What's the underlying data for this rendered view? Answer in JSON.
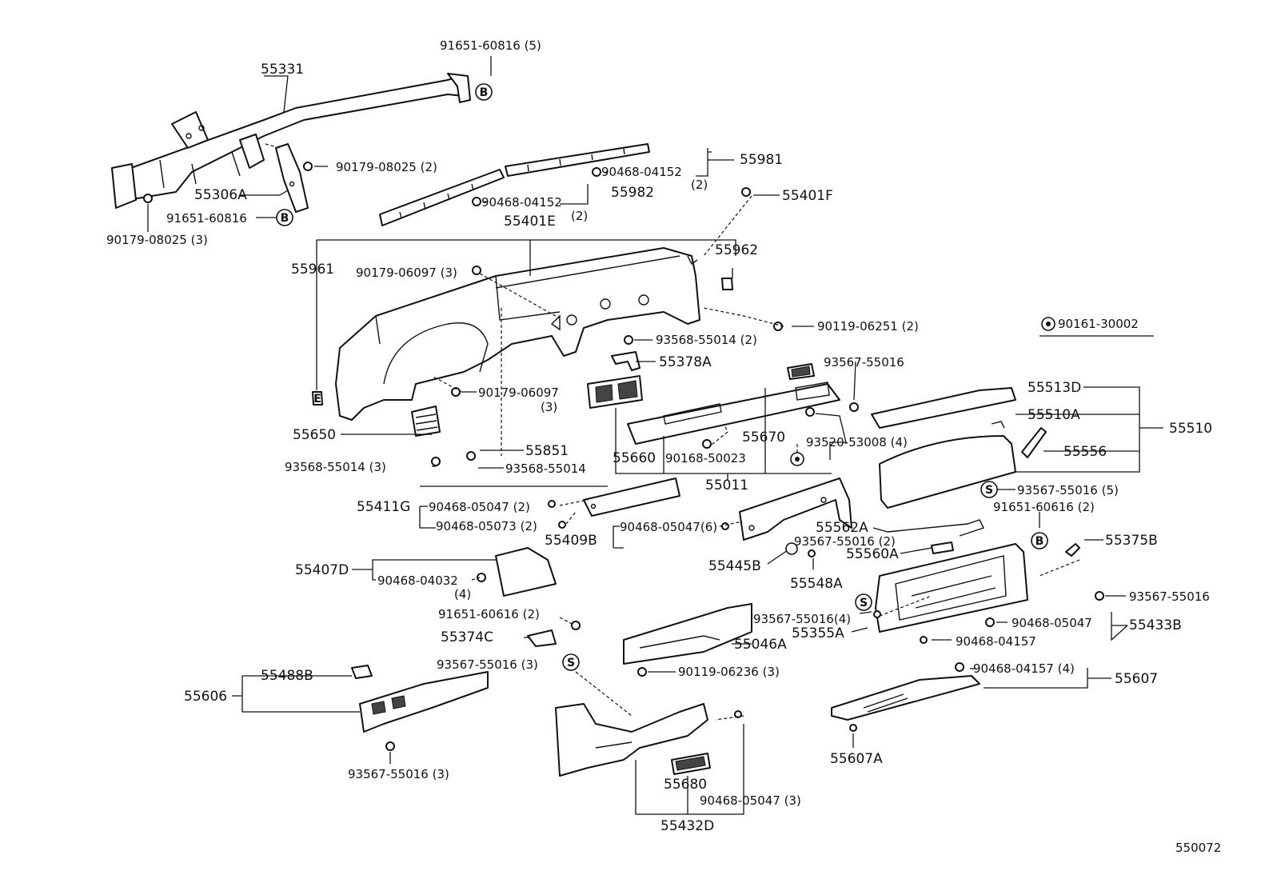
{
  "diagram_id": "550072",
  "legend": {
    "symbol_part": "90161-30002"
  },
  "callout_symbols": {
    "b": "B",
    "s": "S",
    "e": "E"
  },
  "labels": {
    "p55331": "55331",
    "p91651_60816_5": "91651-60816 (5)",
    "p90179_08025_2": "90179-08025 (2)",
    "p55306A": "55306A",
    "p91651_60816": "91651-60816",
    "p90179_08025_3": "90179-08025 (3)",
    "p90468_04152_a": "90468-04152",
    "p90468_04152_a_qty": "(2)",
    "p55981": "55981",
    "p55982": "55982",
    "p90468_04152_b": "90468-04152",
    "p90468_04152_b_qty": "(2)",
    "p55401E": "55401E",
    "p55401F": "55401F",
    "p55962": "55962",
    "p55961": "55961",
    "p90179_06097_3a": "90179-06097 (3)",
    "p90119_06251": "90119-06251 (2)",
    "p93568_55014_2": "93568-55014 (2)",
    "p55378A": "55378A",
    "p93567_55016_top": "93567-55016",
    "p90179_06097_b": "90179-06097",
    "p90179_06097_b_qty": "(3)",
    "p55513D": "55513D",
    "p55510A": "55510A",
    "p55510": "55510",
    "p55556": "55556",
    "p55670": "55670",
    "p93520_53008": "93520-53008 (4)",
    "p55650": "55650",
    "p55851": "55851",
    "p55660": "55660",
    "p90168_50023": "90168-50023",
    "p93568_55014_3": "93568-55014 (3)",
    "p93568_55014": "93568-55014",
    "p55011": "55011",
    "p93567_55016_5": "93567-55016 (5)",
    "p91651_60616_2a": "91651-60616 (2)",
    "p55411G": "55411G",
    "p90468_05047_2": "90468-05047 (2)",
    "p90468_05073_2": "90468-05073 (2)",
    "p55409B": "55409B",
    "p90468_05047_6": "90468-05047(6)",
    "p55562A": "55562A",
    "p93567_55016_2": "93567-55016 (2)",
    "p55560A": "55560A",
    "p55375B": "55375B",
    "p55445B": "55445B",
    "p55548A": "55548A",
    "p55407D": "55407D",
    "p90468_04032": "90468-04032",
    "p90468_04032_qty": "(4)",
    "p93567_55016_r": "93567-55016",
    "p91651_60616_2b": "91651-60616 (2)",
    "p93567_55016_4": "93567-55016(4)",
    "p55355A": "55355A",
    "p90468_05047_r": "90468-05047",
    "p55433B": "55433B",
    "p90468_04157": "90468-04157",
    "p55374C": "55374C",
    "p55046A": "55046A",
    "p93567_55016_3a": "93567-55016 (3)",
    "p90119_06236": "90119-06236 (3)",
    "p90468_04157_4": "90468-04157 (4)",
    "p55607": "55607",
    "p55488B": "55488B",
    "p55606": "55606",
    "p55607A": "55607A",
    "p93567_55016_3b": "93567-55016 (3)",
    "p55680": "55680",
    "p90468_05047_3": "90468-05047 (3)",
    "p55432D": "55432D"
  }
}
